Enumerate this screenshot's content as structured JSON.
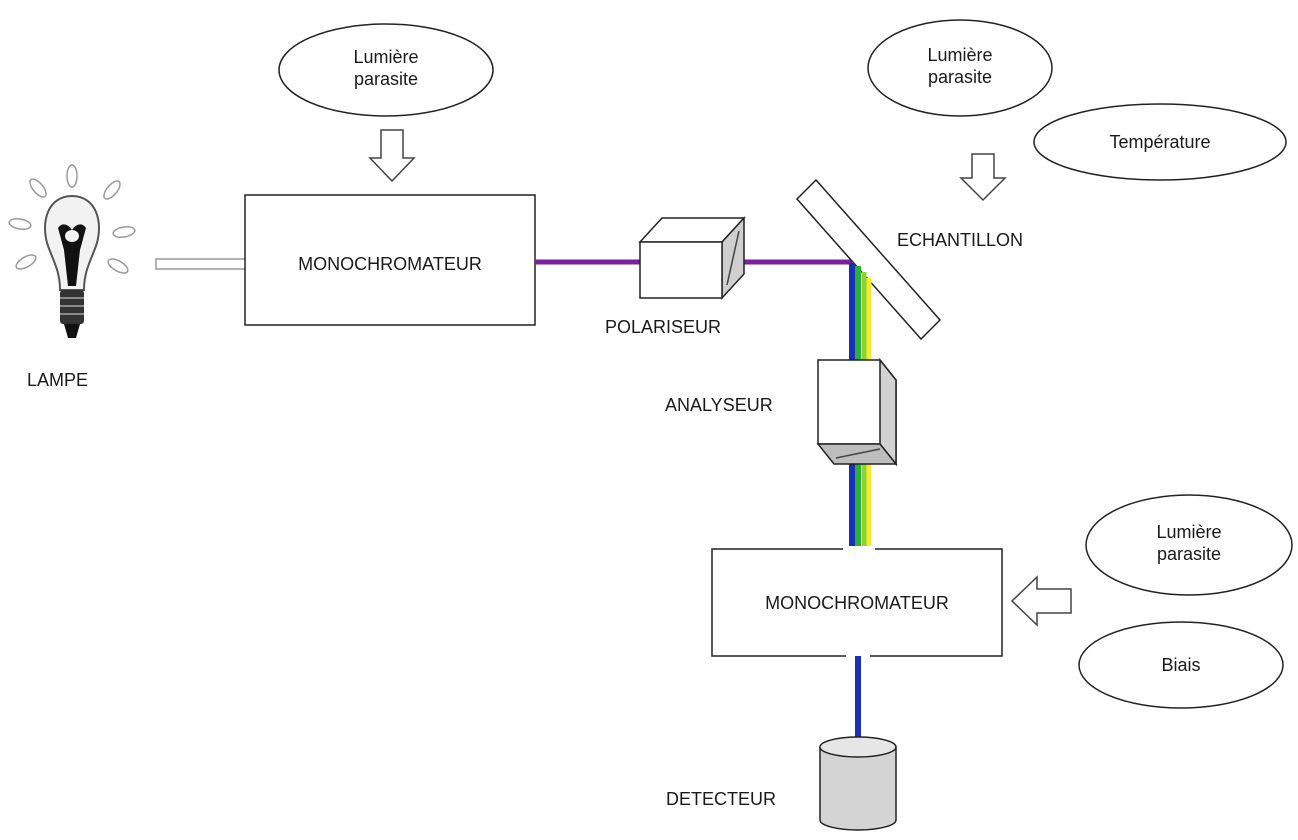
{
  "labels": {
    "lampe": "LAMPE",
    "monochromateur_1": "MONOCHROMATEUR",
    "polariseur": "POLARISEUR",
    "echantillon": "ECHANTILLON",
    "analyseur": "ANALYSEUR",
    "monochromateur_2": "MONOCHROMATEUR",
    "detecteur": "DETECTEUR"
  },
  "perturbations": {
    "lumiere_1": [
      "Lumière",
      "parasite"
    ],
    "lumiere_2": [
      "Lumière",
      "parasite"
    ],
    "temperature": "Température",
    "lumiere_3": [
      "Lumière",
      "parasite"
    ],
    "biais": "Biais"
  },
  "colors": {
    "beam_violet": "#7a1fa0",
    "beam_blue": "#1a2fb8",
    "beam_green": "#2fae3a",
    "beam_yellow": "#f4ec2a",
    "outline": "#222222",
    "component_fill": "#ffffff",
    "detector_fill": "#d4d4d4"
  },
  "icons": [
    "light-bulb-icon",
    "down-arrow-icon",
    "left-arrow-icon",
    "prism-icon",
    "cylinder-icon"
  ]
}
